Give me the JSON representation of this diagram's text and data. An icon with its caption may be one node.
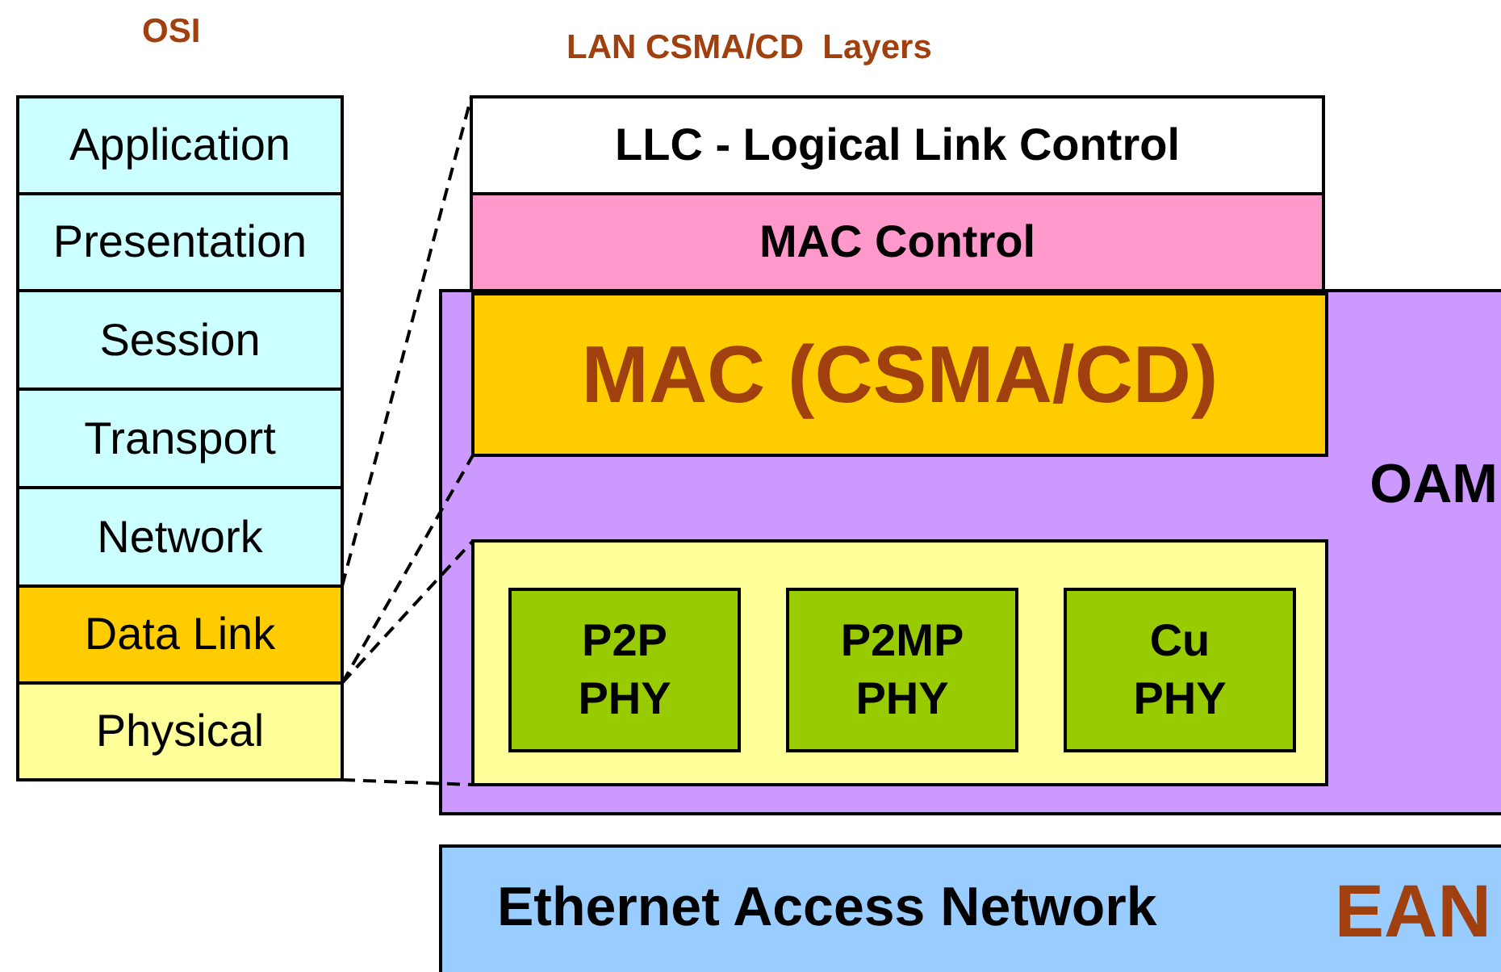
{
  "diagram": {
    "nodes": [
      {
        "text": [
          "Application"
        ]
      },
      {
        "text": [
          "Presentation"
        ]
      },
      {
        "text": [
          "Session"
        ]
      },
      {
        "text": [
          "Transport"
        ]
      },
      {
        "text": [
          "Network"
        ]
      },
      {
        "text": [
          "Data Link"
        ]
      },
      {
        "text": [
          "Physical"
        ]
      },
      {
        "text": [
          "LLC - Logical Link Control"
        ]
      },
      {
        "text": [
          "MAC Control"
        ]
      },
      {
        "text": [
          "OAM"
        ]
      },
      {
        "text": [
          "MAC (CSMA/CD)"
        ],
        "in": 9
      },
      {
        "text": [],
        "shape": "box",
        "in": 9
      },
      {
        "text": [
          "P2P PHY"
        ],
        "in": 11
      },
      {
        "text": [
          "P2MP PHY"
        ],
        "in": 11
      },
      {
        "text": [
          "Cu PHY"
        ],
        "in": 11
      },
      {
        "text": [
          "Ethernet Access Network",
          "EAN"
        ]
      }
    ],
    "edges": [
      {
        "from": 5,
        "to": 7,
        "arrow": "none",
        "style": "dashed"
      },
      {
        "from": 5,
        "to": 10,
        "arrow": "none",
        "style": "dashed"
      },
      {
        "from": 5,
        "to": 11,
        "arrow": "none",
        "style": "dashed"
      },
      {
        "from": 6,
        "to": 11,
        "arrow": "none",
        "style": "dashed"
      }
    ],
    "labels": [
      "OSI",
      "LAN CSMA/CD  Layers"
    ]
  }
}
